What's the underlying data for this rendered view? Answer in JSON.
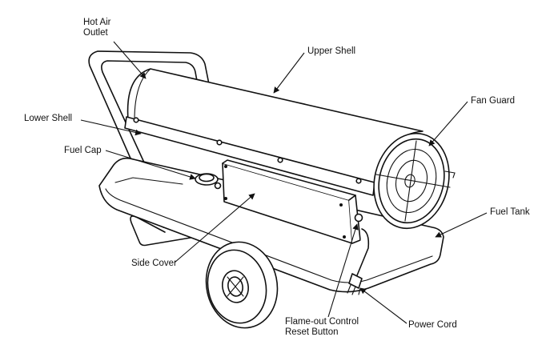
{
  "labels": {
    "hot_air_outlet": "Hot Air\nOutlet",
    "upper_shell": "Upper Shell",
    "lower_shell": "Lower Shell",
    "fan_guard": "Fan Guard",
    "fuel_cap": "Fuel Cap",
    "fuel_tank": "Fuel Tank",
    "side_cover": "Side Cover",
    "flame_out": "Flame-out Control\nReset Button",
    "power_cord": "Power Cord"
  }
}
